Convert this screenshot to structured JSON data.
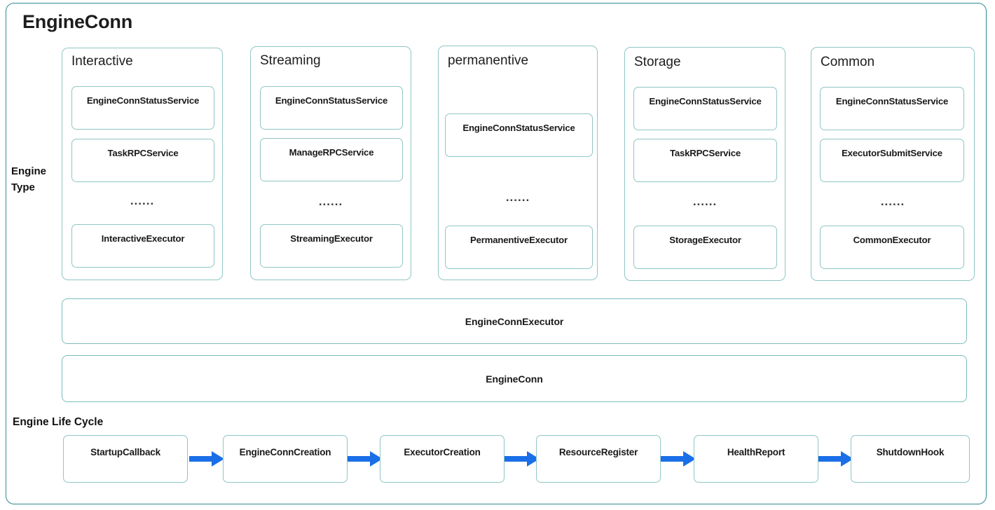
{
  "diagram": {
    "root_title": "EngineConn",
    "row_labels": {
      "engine_type": "Engine\nType",
      "engine_type_line1": "Engine",
      "engine_type_line2": "Type",
      "engine_life_cycle": "Engine Life Cycle"
    },
    "colors": {
      "outer_border": "#2f8a8f",
      "box_border": "#8fc6c4",
      "bar_border": "#7cbdbb",
      "arrow": "#1a6fe8",
      "text": "#1a1a1a",
      "background": "#ffffff"
    },
    "ellipsis": "......",
    "engine_types": [
      {
        "title": "Interactive",
        "services": [
          "EngineConnStatusService",
          "TaskRPCService"
        ],
        "executor": "InteractiveExecutor"
      },
      {
        "title": "Streaming",
        "services": [
          "EngineConnStatusService",
          "ManageRPCService"
        ],
        "executor": "StreamingExecutor"
      },
      {
        "title": "permanentive",
        "services": [
          "EngineConnStatusService"
        ],
        "executor": "PermanentiveExecutor"
      },
      {
        "title": "Storage",
        "services": [
          "EngineConnStatusService",
          "TaskRPCService"
        ],
        "executor": "StorageExecutor"
      },
      {
        "title": "Common",
        "services": [
          "EngineConnStatusService",
          "ExecutorSubmitService"
        ],
        "executor": "CommonExecutor"
      }
    ],
    "layers": [
      {
        "label": "EngineConnExecutor"
      },
      {
        "label": "EngineConn"
      }
    ],
    "life_cycle_steps": [
      {
        "label": "StartupCallback"
      },
      {
        "label": "EngineConnCreation"
      },
      {
        "label": "ExecutorCreation"
      },
      {
        "label": "ResourceRegister"
      },
      {
        "label": "HealthReport"
      },
      {
        "label": "ShutdownHook"
      }
    ]
  }
}
